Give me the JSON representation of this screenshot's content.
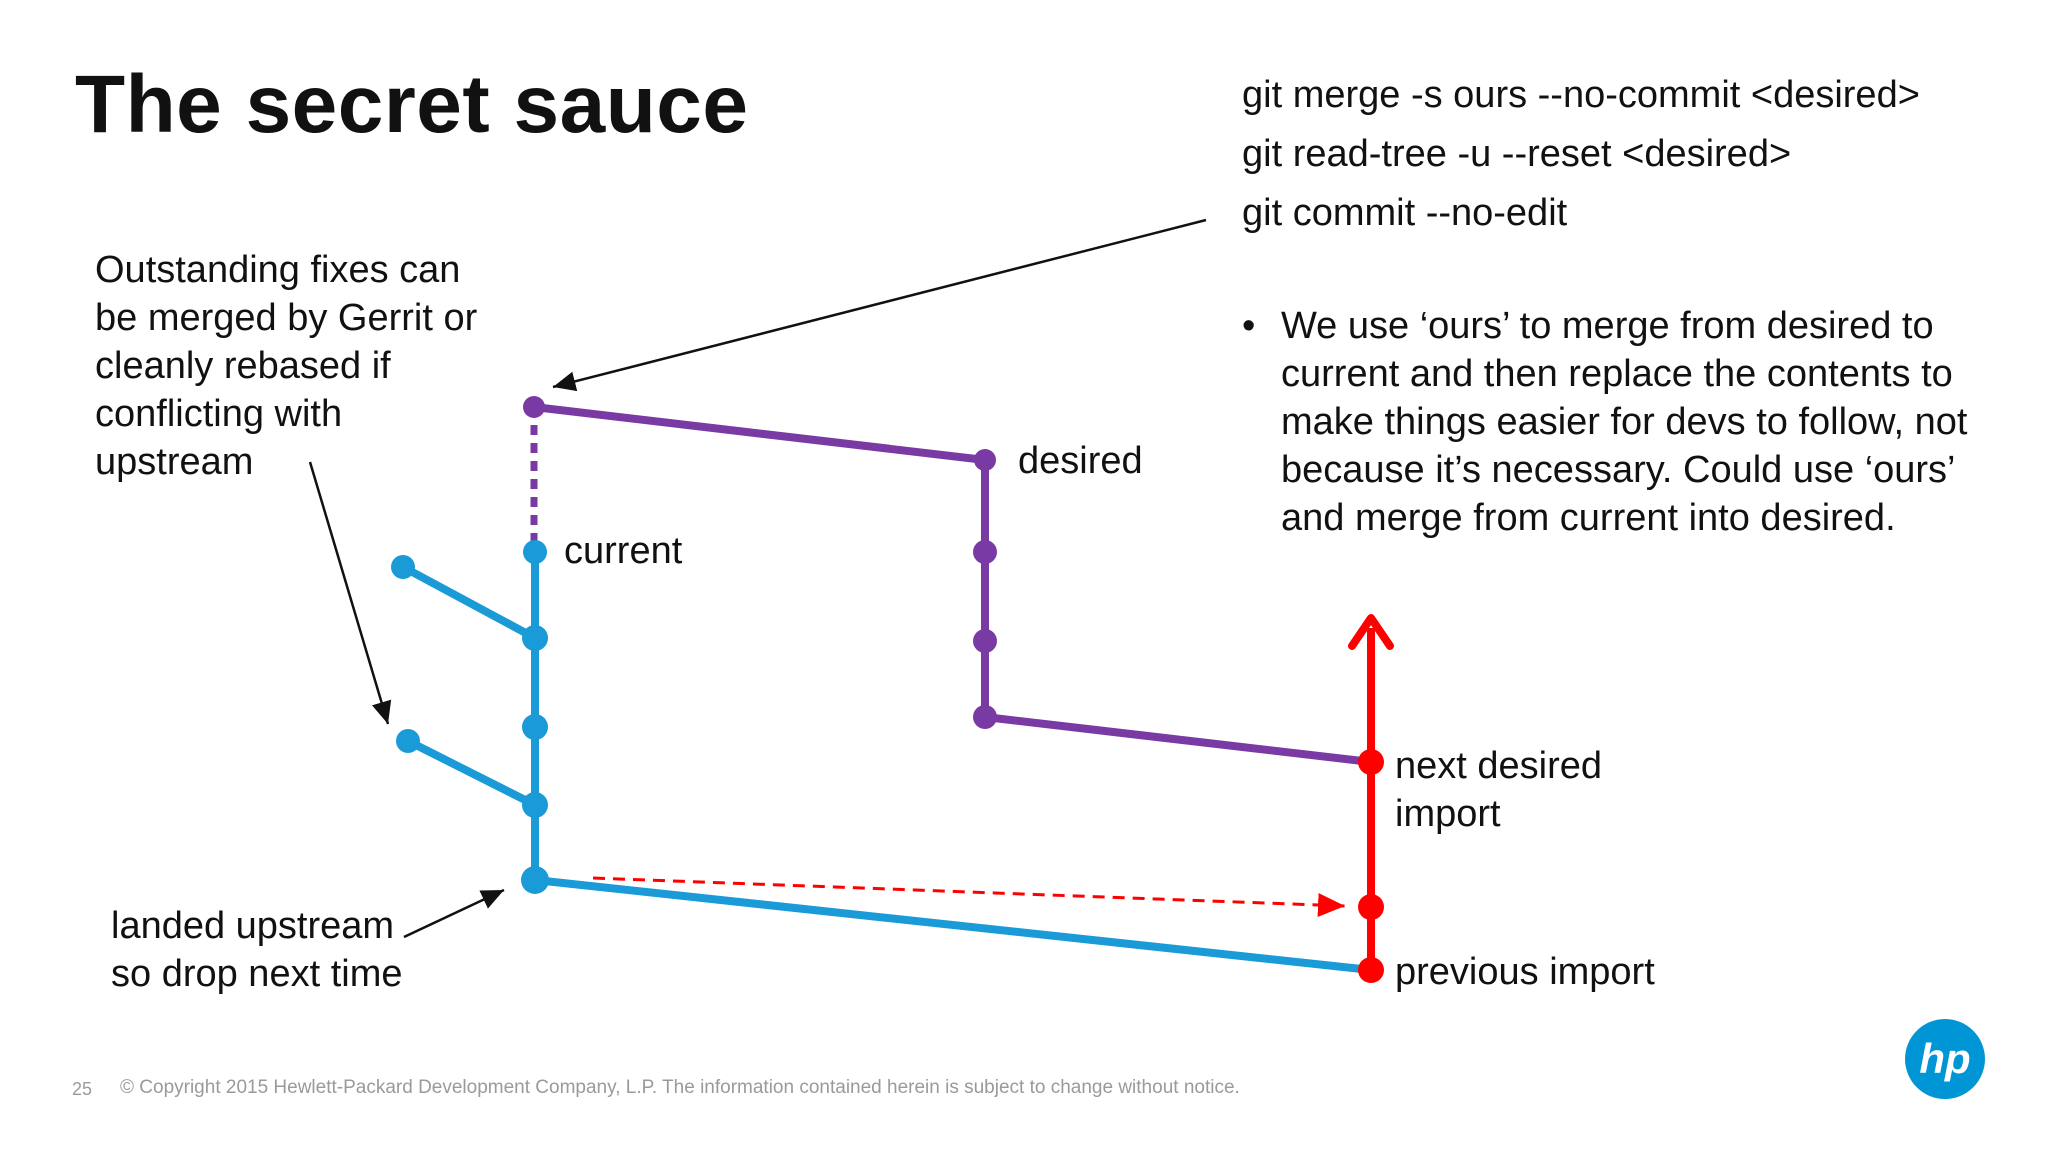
{
  "slide": {
    "title": "The secret sauce",
    "commands": [
      "git merge -s ours --no-commit <desired>",
      "git read-tree -u --reset <desired>",
      "git commit --no-edit"
    ],
    "bullet_symbol": "•",
    "bullet_text": "We use ‘ours’ to merge from desired to current and then replace the contents to make things easier for devs to follow, not because it’s necessary. Could use ‘ours’ and merge from current into desired.",
    "left_note": "Outstanding fixes can be merged by Gerrit or cleanly rebased if conflicting with upstream",
    "landed_note": "landed upstream so drop next time",
    "labels": {
      "current": "current",
      "desired": "desired",
      "next_desired_import": "next desired\nimport",
      "previous_import": "previous import"
    },
    "footer": {
      "page_number": "25",
      "copyright": "© Copyright 2015 Hewlett-Packard Development Company, L.P.  The information contained herein is subject to change without notice."
    },
    "logo_text": "hp"
  },
  "colors": {
    "blue": "#1a9ad6",
    "purple": "#7a3aa3",
    "red": "#ff0000",
    "logo_blue": "#0096d6",
    "text": "#111111",
    "footer": "#9a9a9a"
  }
}
